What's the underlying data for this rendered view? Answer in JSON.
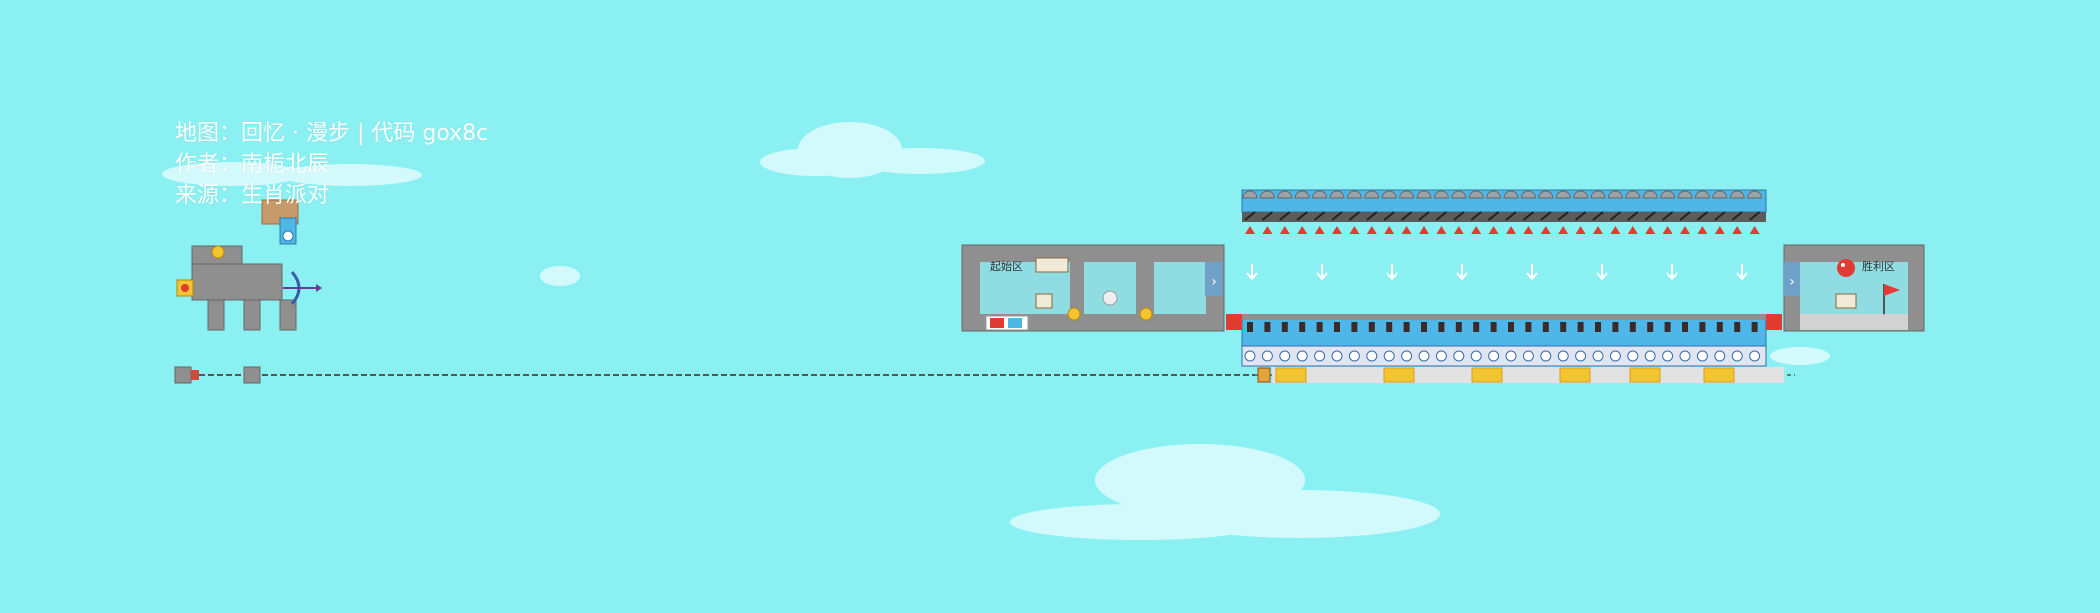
{
  "map_info": {
    "map_line": "地图：回忆 · 漫步 | 代码 gox8c",
    "author_line": "作者：南栀北辰",
    "source_line": "来源：生肖派对"
  },
  "zones": {
    "start_label": "起始区",
    "win_label": "胜利区"
  },
  "colors": {
    "sky": "#8af0f2",
    "cloud": "#d2fafc",
    "stone": "#8f8f8f",
    "stone_dark": "#6e6e6e",
    "room_fill": "#8fdde3",
    "conveyor": "#4fb7e8",
    "spike_dome": "#9aa3a8",
    "yellow_block": "#f4c430",
    "red_block": "#e03c31",
    "flag": "#e53935",
    "rail": "#555555"
  },
  "icons": {
    "arrow": "down-arrow-icon",
    "flag": "goal-flag-icon",
    "bow": "bow-icon",
    "gear": "gear-icon",
    "mushroom": "mushroom-icon",
    "sign": "signpost-icon"
  }
}
